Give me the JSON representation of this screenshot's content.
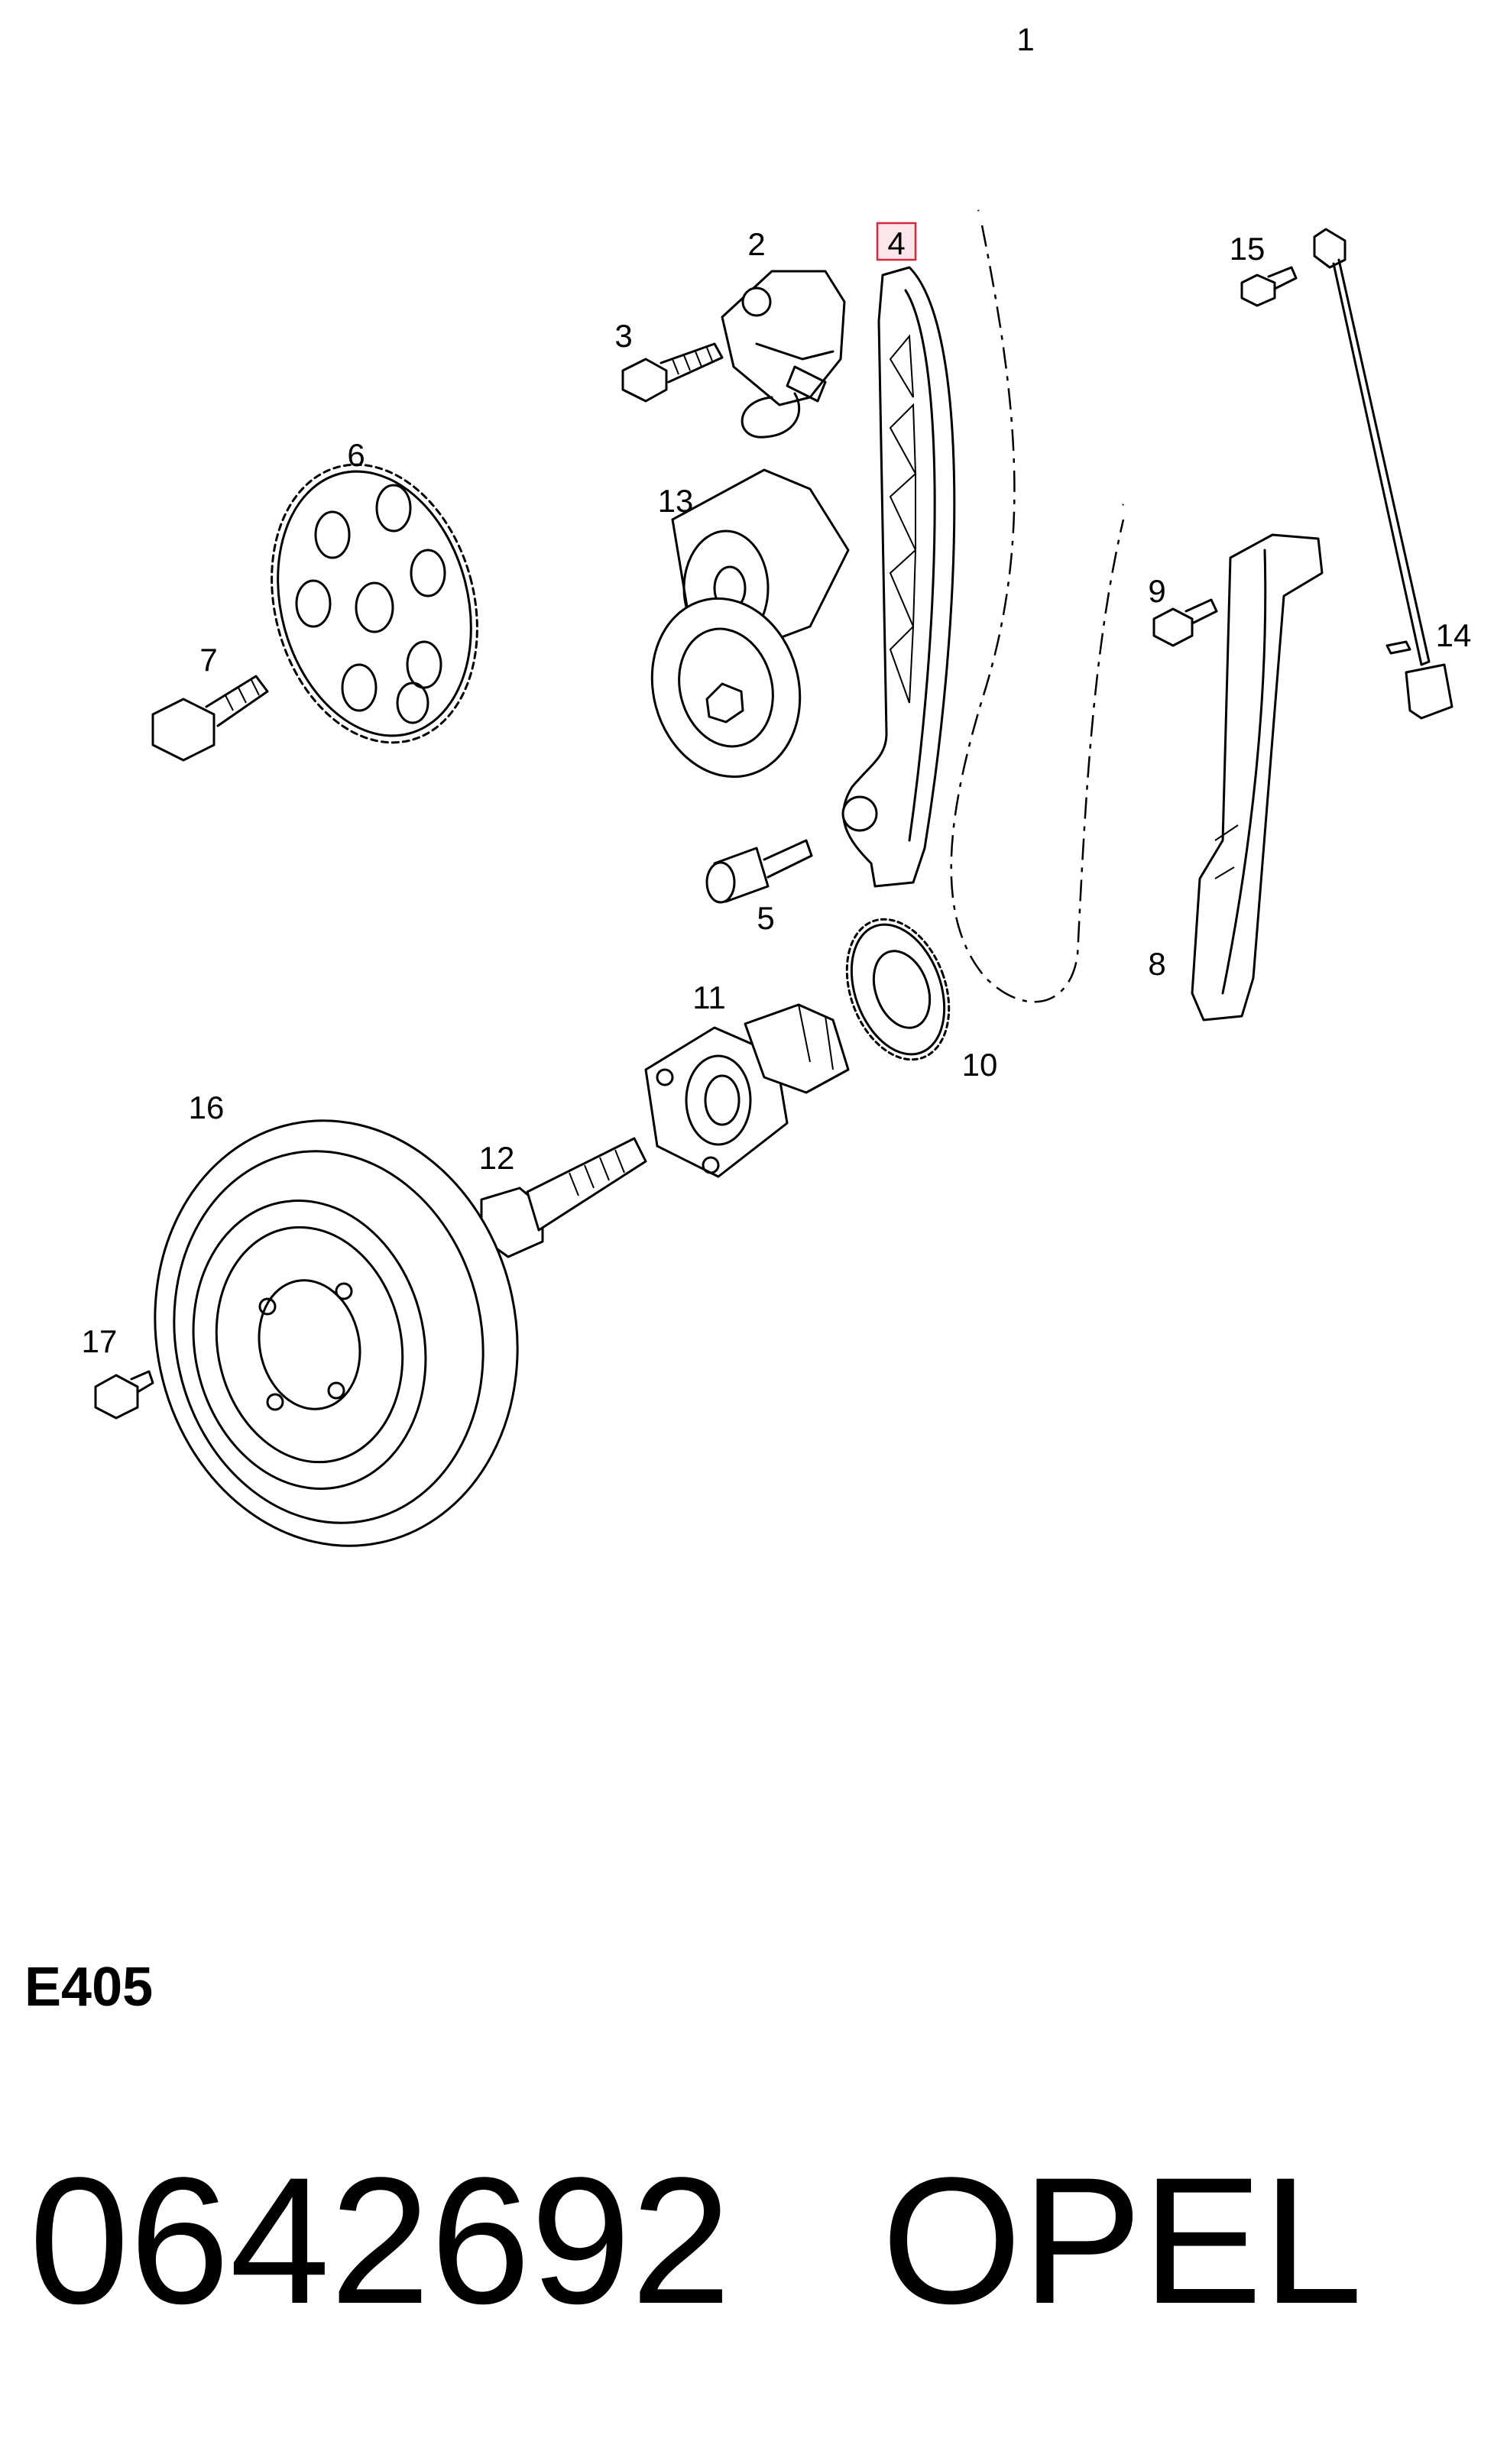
{
  "callouts": [
    "1",
    "2",
    "3",
    "4",
    "5",
    "6",
    "7",
    "8",
    "9",
    "10",
    "11",
    "12",
    "13",
    "14",
    "15",
    "16",
    "17"
  ],
  "highlighted_callout": "4",
  "highlight_color": "#d6283f",
  "diagram_code": "E405",
  "part_number": "0642692",
  "brand": "OPEL"
}
